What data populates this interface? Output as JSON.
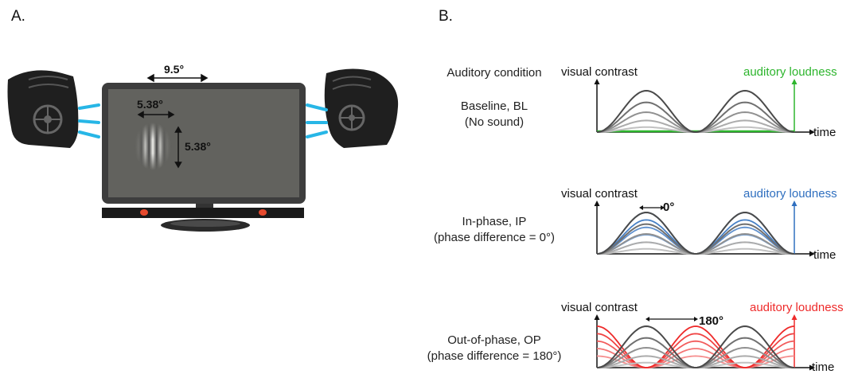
{
  "panels": {
    "a": "A.",
    "b": "B."
  },
  "setup": {
    "screen_width": "9.5°",
    "gabor_width": "5.38°",
    "gabor_height": "5.38°"
  },
  "conditions_header": "Auditory condition",
  "conditions": [
    {
      "name": "Baseline, BL",
      "detail": "(No sound)",
      "phase": "",
      "y_left_label": "visual contrast",
      "y_right_label": "auditory loudness",
      "x_label": "time",
      "sound_color": "#2db52d",
      "shift_deg": null,
      "levels": []
    },
    {
      "name": "In-phase, IP",
      "detail": "(phase difference = 0°)",
      "phase": "0°",
      "y_left_label": "visual contrast",
      "y_right_label": "auditory loudness",
      "x_label": "time",
      "sound_color": "#2f6fbf",
      "shift_deg": 0,
      "levels": [
        1.0,
        0.82,
        0.64,
        0.46,
        0.28
      ]
    },
    {
      "name": "Out-of-phase, OP",
      "detail": "(phase difference = 180°)",
      "phase": "180°",
      "y_left_label": "visual contrast",
      "y_right_label": "auditory loudness",
      "x_label": "time",
      "sound_color": "#ee2a2a",
      "shift_deg": 180,
      "levels": [
        1.0,
        0.82,
        0.64,
        0.46,
        0.28
      ]
    }
  ],
  "visual_levels": [
    1.0,
    0.72,
    0.48,
    0.28,
    0.12
  ],
  "colors": {
    "visual": "#4a4a4a",
    "speaker": "#1f1f1f",
    "monitor": "#3d3d3d",
    "screen": "#62625e",
    "waves": "#27b6e6",
    "led": "#e64a2e"
  }
}
